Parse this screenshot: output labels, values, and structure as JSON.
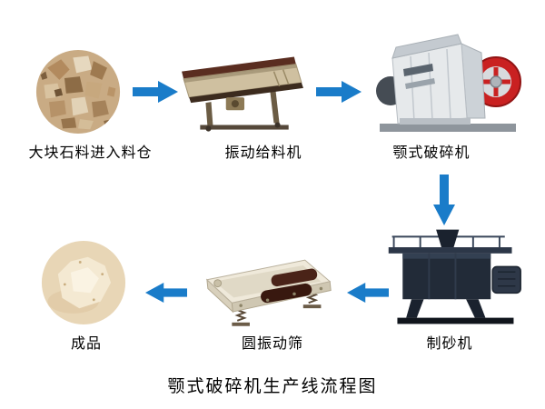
{
  "title": "颚式破碎机生产线流程图",
  "flow": {
    "step1": {
      "label": "大块石料进入料仓"
    },
    "step2": {
      "label": "振动给料机"
    },
    "step3": {
      "label": "颚式破碎机"
    },
    "step4": {
      "label": "制砂机"
    },
    "step5": {
      "label": "圆振动筛"
    },
    "step6": {
      "label": "成品"
    }
  },
  "colors": {
    "background": "#ffffff",
    "arrow_blue": "#1a7cc9",
    "flywheel_red": "#c92121",
    "feeder_brown": "#5a2d20",
    "screen_ivory": "#efe9da",
    "sand_maker_dark": "#222b38",
    "rock_tan": "#c9ab84",
    "powder_cream": "#e8d6b6"
  }
}
